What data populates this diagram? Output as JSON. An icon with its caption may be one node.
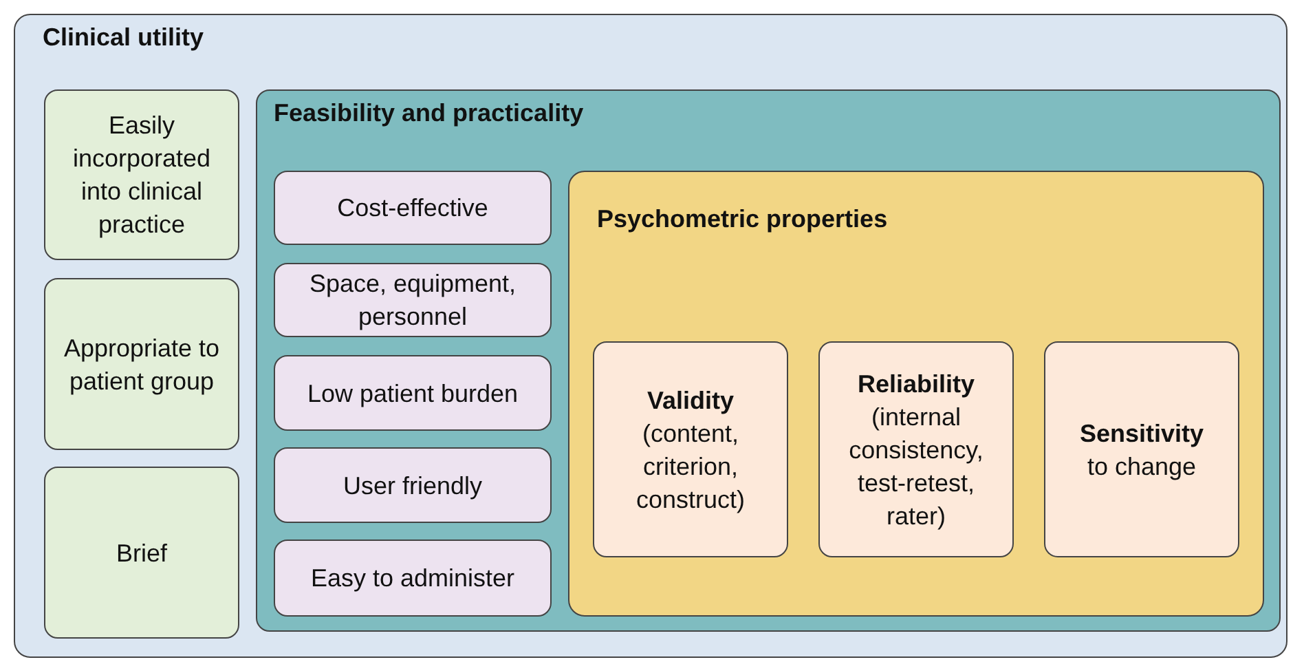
{
  "diagram": {
    "nodes": [
      {
        "text": [
          "Clinical utility"
        ]
      },
      {
        "text": [
          "Easily incorporated into clinical practice"
        ],
        "in": 0
      },
      {
        "text": [
          "Appropriate to patient group"
        ],
        "in": 0
      },
      {
        "text": [
          "Brief"
        ],
        "in": 0
      },
      {
        "text": [
          "Feasibility and practicality"
        ],
        "in": 0
      },
      {
        "text": [
          "Cost-effective"
        ],
        "in": 4
      },
      {
        "text": [
          "Space, equipment, personnel"
        ],
        "in": 4
      },
      {
        "text": [
          "Low patient burden"
        ],
        "in": 4
      },
      {
        "text": [
          "User friendly"
        ],
        "in": 4
      },
      {
        "text": [
          "Easy to administer"
        ],
        "in": 4
      },
      {
        "text": [
          "Psychometric properties"
        ],
        "in": 4
      },
      {
        "text": [
          "Validity",
          "(content, criterion, construct)"
        ],
        "in": 10
      },
      {
        "text": [
          "Reliability",
          "(internal consistency, test-retest, rater)"
        ],
        "in": 10
      },
      {
        "text": [
          "Sensitivity",
          "to change"
        ],
        "in": 10
      }
    ]
  }
}
